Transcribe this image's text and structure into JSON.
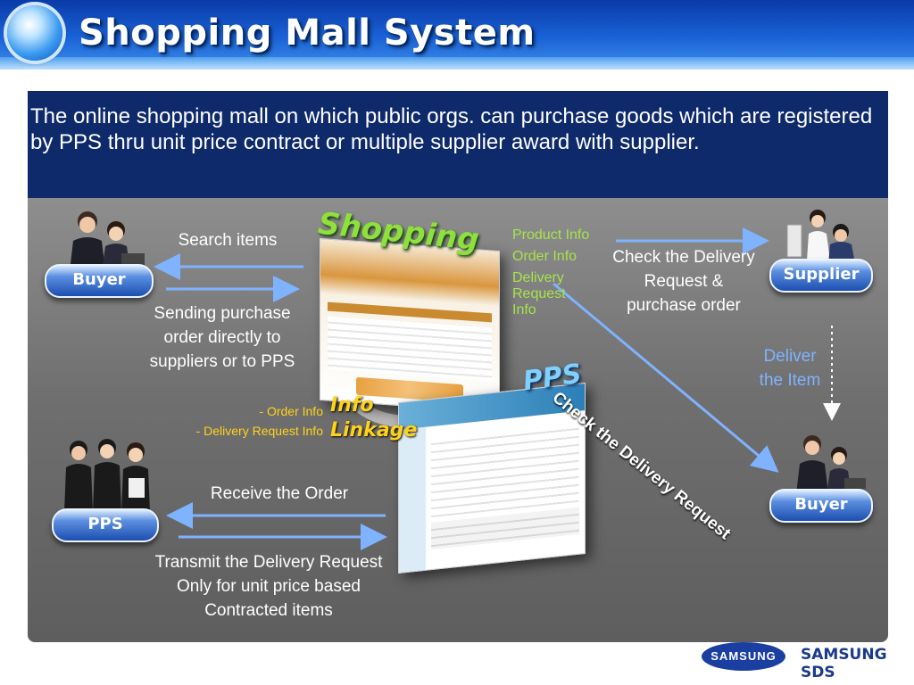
{
  "header": {
    "title": "Shopping Mall System"
  },
  "description": "The online shopping mall on which public orgs. can purchase goods which are registered by PPS thru unit price contract or multiple supplier award with supplier.",
  "actors": {
    "buyer_left": "Buyer",
    "supplier": "Supplier",
    "pps": "PPS",
    "buyer_right": "Buyer"
  },
  "labels": {
    "search_items": "Search items",
    "sending_order": [
      "Sending purchase",
      "order directly to",
      "suppliers or to PPS"
    ],
    "check_delivery": [
      "Check the Delivery",
      "Request &",
      "purchase order"
    ],
    "deliver_item": [
      "Deliver",
      "the Item"
    ],
    "check_delivery_request": "Check the Delivery Request",
    "receive_order": "Receive the Order",
    "transmit": [
      "Transmit the Delivery Request",
      "Only for unit price based",
      "Contracted items"
    ]
  },
  "green_items": [
    "Product Info",
    "Order Info",
    "Delivery",
    "Request",
    "Info"
  ],
  "info_linkage": {
    "items": [
      "- Order Info",
      "- Delivery Request Info"
    ],
    "word1": "Info",
    "word2": "Linkage"
  },
  "screens": {
    "shopping": "Shopping",
    "pps": "PPS"
  },
  "footer": {
    "samsung": "SAMSUNG",
    "sds": "SAMSUNG SDS"
  },
  "colors": {
    "header": "#1a63d8",
    "desc_bg": "#0e2a6b",
    "arrow": "#7fb3ff",
    "green": "#a6e34a",
    "yellow": "#ffd21a"
  }
}
